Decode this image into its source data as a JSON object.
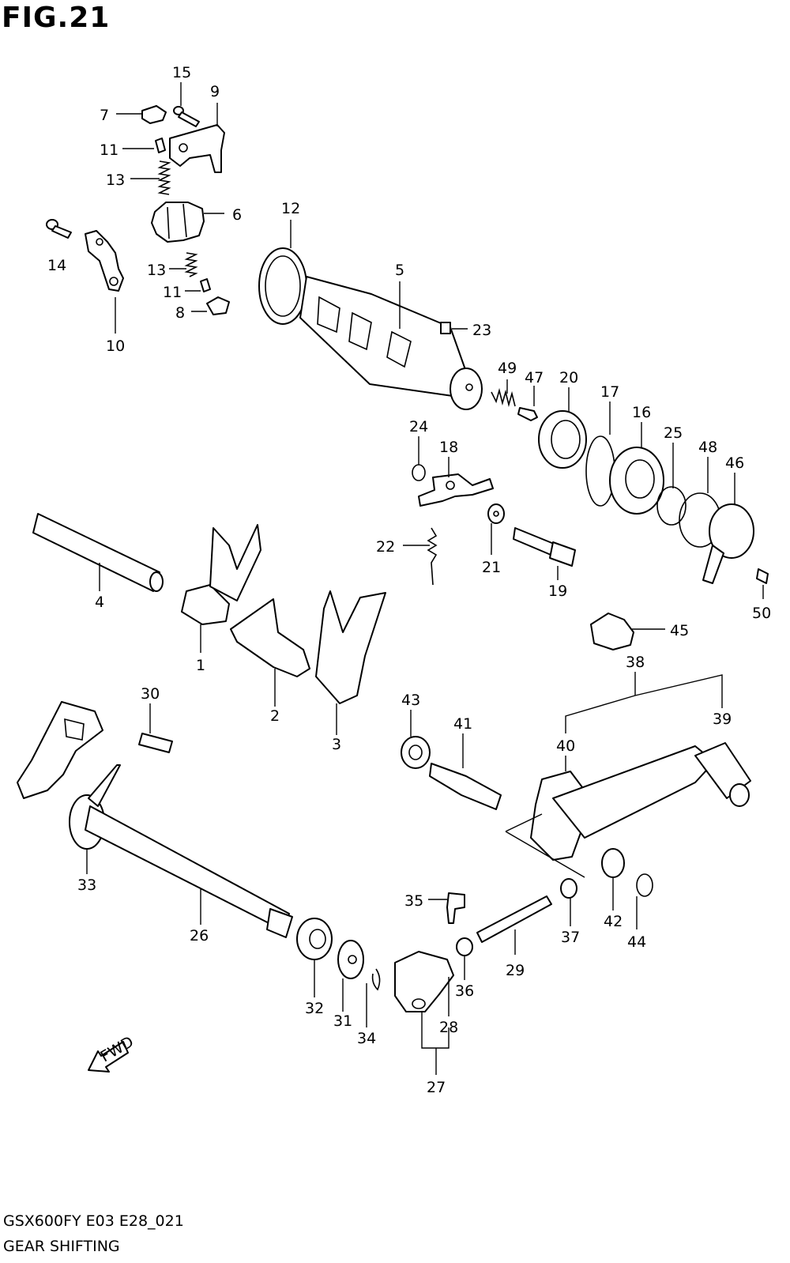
{
  "title": "FIG.21",
  "model_code": "GSX600FY E03 E28_021",
  "section_name": "GEAR SHIFTING",
  "fwd_label": "FWD",
  "callouts": {
    "c1": "1",
    "c2": "2",
    "c3": "3",
    "c4": "4",
    "c5": "5",
    "c6": "6",
    "c7": "7",
    "c8": "8",
    "c9": "9",
    "c10": "10",
    "c11a": "11",
    "c11b": "11",
    "c12": "12",
    "c13a": "13",
    "c13b": "13",
    "c14": "14",
    "c15": "15",
    "c16": "16",
    "c17": "17",
    "c18": "18",
    "c19": "19",
    "c20": "20",
    "c21": "21",
    "c22": "22",
    "c23": "23",
    "c24": "24",
    "c25": "25",
    "c26": "26",
    "c27": "27",
    "c28": "28",
    "c29": "29",
    "c30": "30",
    "c31": "31",
    "c32": "32",
    "c33": "33",
    "c34": "34",
    "c35": "35",
    "c36": "36",
    "c37": "37",
    "c38": "38",
    "c39": "39",
    "c40": "40",
    "c41": "41",
    "c42": "42",
    "c43": "43",
    "c44": "44",
    "c45": "45",
    "c46": "46",
    "c47": "47",
    "c48": "48",
    "c49": "49",
    "c50": "50"
  }
}
